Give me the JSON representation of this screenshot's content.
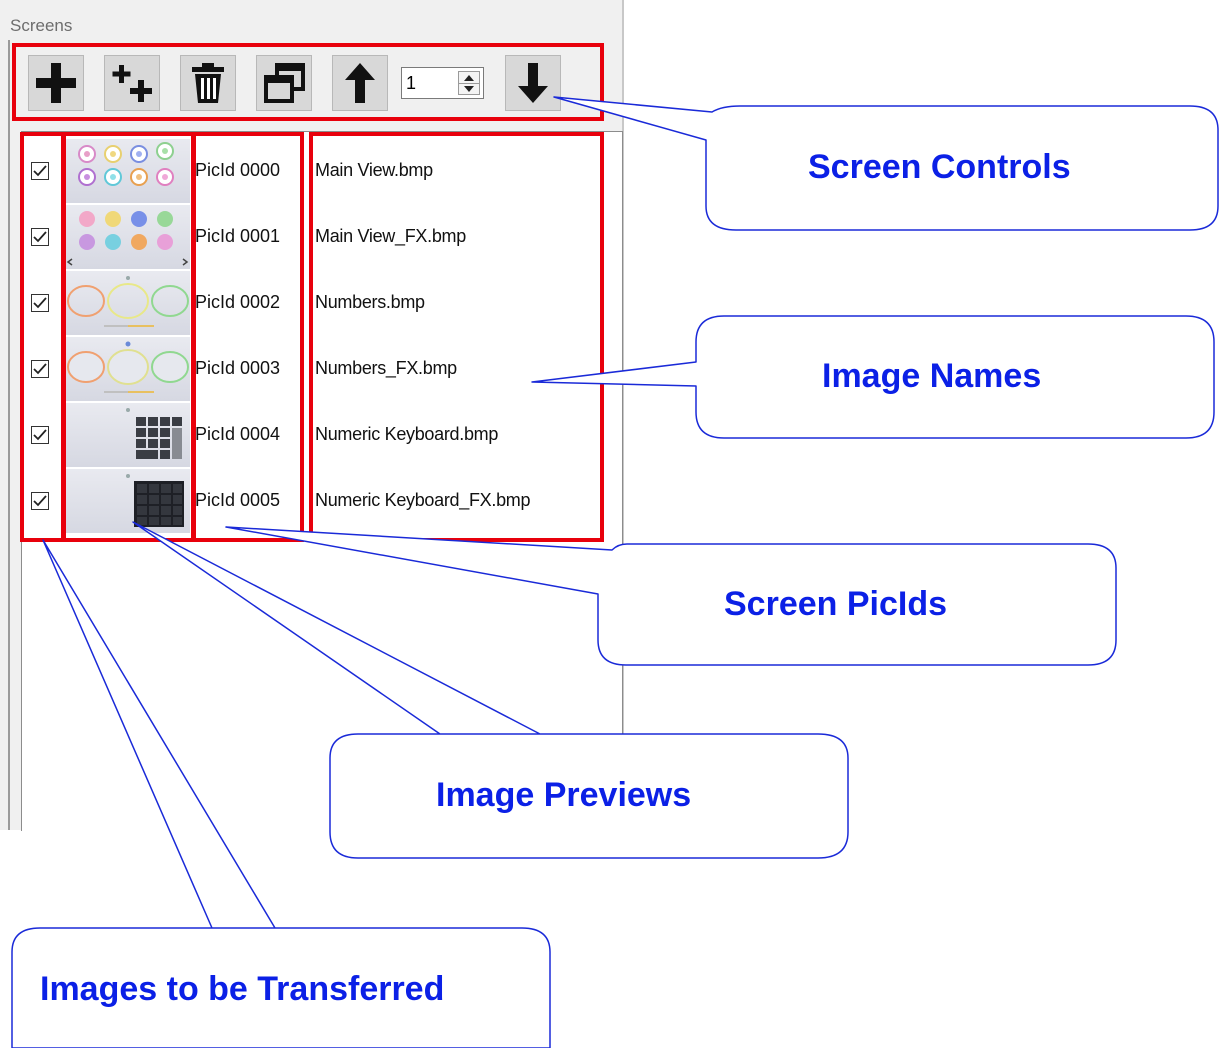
{
  "panel": {
    "title": "Screens"
  },
  "toolbar": {
    "buttons": [
      {
        "icon": "plus-icon"
      },
      {
        "icon": "plus-plus-icon"
      },
      {
        "icon": "trash-icon"
      },
      {
        "icon": "copy-icon"
      },
      {
        "icon": "arrow-up-icon"
      },
      {
        "icon": "arrow-down-icon"
      }
    ],
    "spinner_value": "1"
  },
  "screens": [
    {
      "checked": true,
      "picid": "PicId 0000",
      "filename": "Main View.bmp",
      "preview": "buttons"
    },
    {
      "checked": true,
      "picid": "PicId 0001",
      "filename": "Main View_FX.bmp",
      "preview": "buttons-fx"
    },
    {
      "checked": true,
      "picid": "PicId 0002",
      "filename": "Numbers.bmp",
      "preview": "circles"
    },
    {
      "checked": true,
      "picid": "PicId 0003",
      "filename": "Numbers_FX.bmp",
      "preview": "circles"
    },
    {
      "checked": true,
      "picid": "PicId 0004",
      "filename": "Numeric Keyboard.bmp",
      "preview": "keypad"
    },
    {
      "checked": true,
      "picid": "PicId 0005",
      "filename": "Numeric Keyboard_FX.bmp",
      "preview": "keypad-dark"
    }
  ],
  "callouts": {
    "screen_controls": "Screen Controls",
    "image_names": "Image Names",
    "screen_picids": "Screen PicIds",
    "image_previews": "Image Previews",
    "images_transferred": "Images to be Transferred"
  },
  "colors": {
    "highlight": "#e8000c",
    "callout": "#0b20e6"
  }
}
